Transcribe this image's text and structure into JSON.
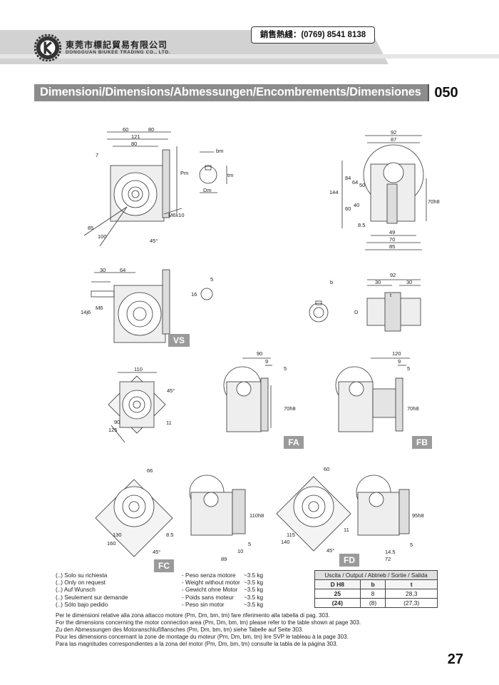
{
  "header": {
    "company_cn": "東莞市標記貿易有限公司",
    "company_en": "DONGGUAN BIUKEE TRADING CO., LTD.",
    "hotline": "銷售熱綫：(0769) 8541 8138"
  },
  "title": {
    "text": "Dimensioni/Dimensions/Abmessungen/Encombrements/Dimensiones",
    "size": "050"
  },
  "drawing_labels": {
    "d60": "60",
    "d80": "80",
    "d121": "121",
    "d80b": "80",
    "d7": "7",
    "pm": "Pm",
    "bm": "bm",
    "tm": "tm",
    "dm": "Dm",
    "d85": "85",
    "d100": "100",
    "m6x10": "M6x10",
    "a45": "45°",
    "d92": "92",
    "d87": "87",
    "d144": "144",
    "d84": "84",
    "d64": "64",
    "d50": "50",
    "d60b": "60",
    "d40": "40",
    "d85b": "8.5",
    "d70h8": "70h8",
    "d49": "49",
    "d70": "70",
    "d85c": "85",
    "d30": "30",
    "d64b": "64",
    "d14j6": "14j6",
    "m6": "M6",
    "d5": "5",
    "d16": "16",
    "vs": "VS",
    "b": "b",
    "d": "D",
    "t": "t",
    "d92b": "92",
    "d30b": "30",
    "d30c": "30",
    "d110": "110",
    "d45a": "45°",
    "d90": "90",
    "d125": "125",
    "d11": "11",
    "d90b": "90",
    "d9": "9",
    "d5b": "5",
    "d70h8b": "70h8",
    "fa": "FA",
    "d120": "120",
    "d9b": "9",
    "d5c": "5",
    "d70h8c": "70h8",
    "fb": "FB",
    "d66": "66",
    "d130": "130",
    "d160": "160",
    "d85d": "8.5",
    "d45b": "45°",
    "d110h8": "110h8",
    "d89": "89",
    "d10": "10",
    "d5d": "5",
    "fc": "FC",
    "d60c": "60",
    "d115": "115",
    "d140": "140",
    "d11b": "11",
    "d45c": "45°",
    "d95h8": "95h8",
    "d145": "14.5",
    "d72": "72",
    "d5e": "5",
    "fd": "FD"
  },
  "notes": {
    "availability": [
      "(..) Solo su richiesta",
      "(..) Only on request",
      "(..) Auf Wunsch",
      "(..) Seulement sur demande",
      "(..) Sólo bajo pedido"
    ],
    "weight_labels": [
      "- Peso senza motore",
      "- Weight without motor",
      "- Gewicht ohne Motor",
      "- Poids sans moteur",
      "- Peso sin motor"
    ],
    "weight_values": [
      "~3.5 kg",
      "~3.5 kg",
      "~3.5 kg",
      "~3.5 kg",
      "~3.5 kg"
    ]
  },
  "output_table": {
    "title": "Uscita / Output / Abtrieb / Sortie / Salida",
    "headers": [
      "D H8",
      "b",
      "t"
    ],
    "rows": [
      [
        "25",
        "8",
        "28,3"
      ],
      [
        "(24)",
        "(8)",
        "(27,3)"
      ]
    ]
  },
  "footer_notes": [
    "Per le dimensioni relative alla zona attacco motore (Pm, Dm, bm, tm) fare riferimento alla tabella di pag. 303.",
    "For the dimensions concerning the motor connection area (Pm, Dm, bm, tm) please refer to the table shown at page 303.",
    "Zu den Abmessungen des Motoranschlußflansches  (Pm, Dm, bm, tm) siehe Tabelle auf Seite 303.",
    "Pour les dimensions concernant la zone de montage du  moteur (Pm, Dm, bm, tm) lire SVP le tableau à la page 303.",
    "Para las magnitudes correspondientes a la zona del motor (Pm, Dm, bm, tm) consulte la tabla de la página 303."
  ],
  "page_number": "27"
}
